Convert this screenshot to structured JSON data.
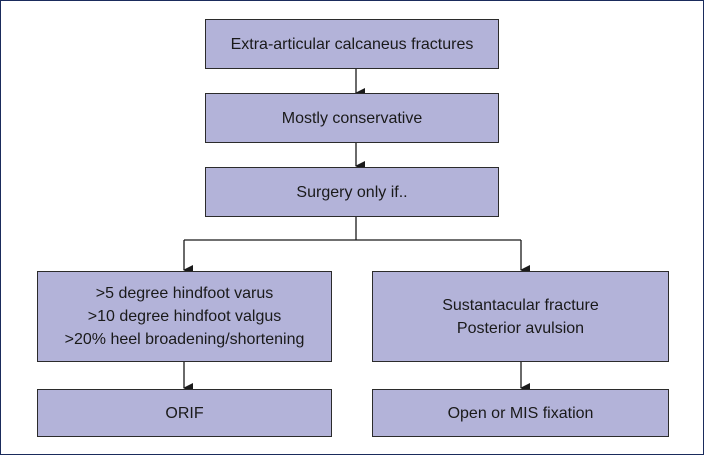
{
  "diagram": {
    "nodes": {
      "root": {
        "lines": [
          "Extra-articular calcaneus fractures"
        ]
      },
      "conservative": {
        "lines": [
          "Mostly conservative"
        ]
      },
      "surgery": {
        "lines": [
          "Surgery only if.."
        ]
      },
      "left_criteria": {
        "lines": [
          ">5 degree hindfoot varus",
          ">10 degree hindfoot valgus",
          ">20% heel broadening/shortening"
        ]
      },
      "right_criteria": {
        "lines": [
          "Sustantacular fracture",
          "Posterior avulsion"
        ]
      },
      "left_treatment": {
        "lines": [
          "ORIF"
        ]
      },
      "right_treatment": {
        "lines": [
          "Open or MIS fixation"
        ]
      }
    },
    "edges": [
      [
        "root",
        "conservative"
      ],
      [
        "conservative",
        "surgery"
      ],
      [
        "surgery",
        "left_criteria"
      ],
      [
        "surgery",
        "right_criteria"
      ],
      [
        "left_criteria",
        "left_treatment"
      ],
      [
        "right_criteria",
        "right_treatment"
      ]
    ],
    "colors": {
      "box_fill": "#b3b3d9",
      "box_border": "#2b2b2b",
      "frame_border": "#1a2b5c",
      "line": "#1a1a1a"
    }
  }
}
